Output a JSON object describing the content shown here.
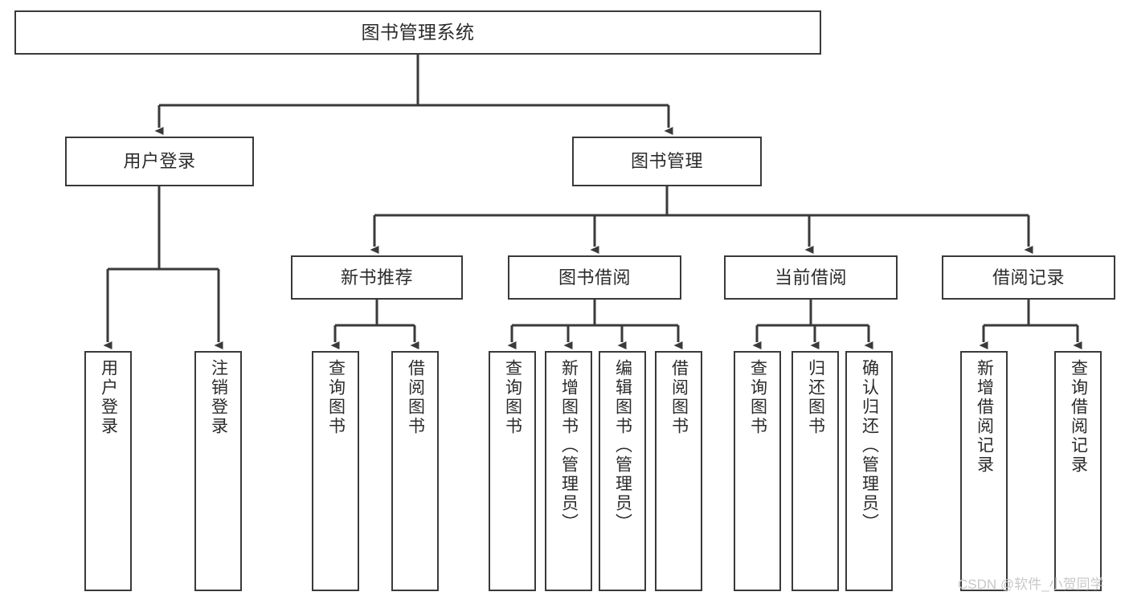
{
  "diagram": {
    "title": "图书管理系统",
    "type": "hierarchy-tree",
    "root": {
      "id": "root",
      "label": "图书管理系统"
    },
    "level1": [
      {
        "id": "user-login",
        "label": "用户登录"
      },
      {
        "id": "book-manage",
        "label": "图书管理"
      }
    ],
    "level2": [
      {
        "id": "new-book-rec",
        "label": "新书推荐"
      },
      {
        "id": "book-borrow",
        "label": "图书借阅"
      },
      {
        "id": "current-borrow",
        "label": "当前借阅"
      },
      {
        "id": "borrow-record",
        "label": "借阅记录"
      }
    ],
    "leaves": {
      "user_login": [
        {
          "id": "leaf-user-login",
          "label": "用户登录"
        },
        {
          "id": "leaf-logout-login",
          "label": "注销登录"
        }
      ],
      "new_book_rec": [
        {
          "id": "leaf-query-book-1",
          "label": "查询图书"
        },
        {
          "id": "leaf-borrow-book-1",
          "label": "借阅图书"
        }
      ],
      "book_borrow": [
        {
          "id": "leaf-query-book-2",
          "label": "查询图书"
        },
        {
          "id": "leaf-add-book",
          "label": "新增图书（管理员）"
        },
        {
          "id": "leaf-edit-book",
          "label": "编辑图书（管理员）"
        },
        {
          "id": "leaf-borrow-book-2",
          "label": "借阅图书"
        }
      ],
      "current_borrow": [
        {
          "id": "leaf-query-book-3",
          "label": "查询图书"
        },
        {
          "id": "leaf-return-book",
          "label": "归还图书"
        },
        {
          "id": "leaf-confirm-return",
          "label": "确认归还（管理员）"
        }
      ],
      "borrow_record": [
        {
          "id": "leaf-add-record",
          "label": "新增借阅记录"
        },
        {
          "id": "leaf-query-record",
          "label": "查询借阅记录"
        }
      ]
    }
  },
  "watermark": {
    "text": "CSDN @软件_小贺同学"
  },
  "colors": {
    "stroke": "#3a3a3a",
    "text": "#2b2b2b",
    "background": "#ffffff",
    "watermark": "#c8c8c8"
  }
}
